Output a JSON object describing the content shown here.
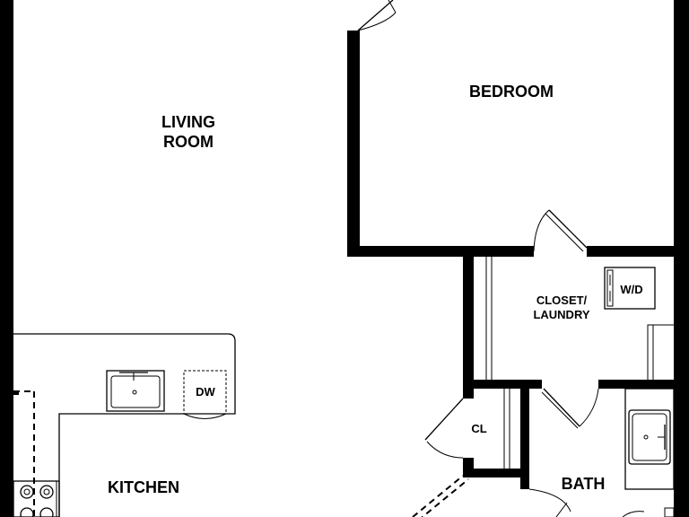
{
  "rooms": {
    "living_line1": "LIVING",
    "living_line2": "ROOM",
    "bedroom": "BEDROOM",
    "closet_line1": "CLOSET/",
    "closet_line2": "LAUNDRY",
    "closet_small": "CL",
    "kitchen": "KITCHEN",
    "bath": "BATH"
  },
  "fixtures": {
    "dishwasher": "DW",
    "washer_dryer": "W/D"
  },
  "colors": {
    "wall": "#000000",
    "background": "#ffffff"
  }
}
